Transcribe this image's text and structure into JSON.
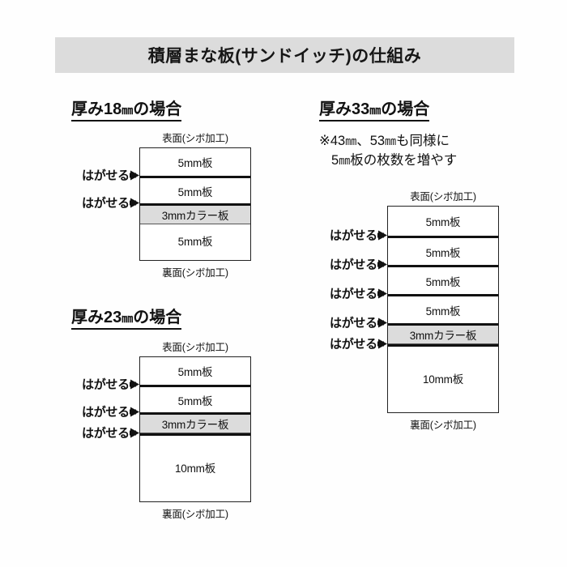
{
  "title": "積層まな板(サンドイッチ)の仕組み",
  "labels": {
    "front_face": "表面(シボ加工)",
    "back_face": "裏面(シボ加工)",
    "peelable": "はがせる"
  },
  "colors": {
    "banner_bg": "#dcdcdc",
    "color_board_fill": "#dcdcdc",
    "line": "#111111",
    "page_bg": "#fefefe"
  },
  "note": {
    "line1": "※43㎜、53㎜も同様に",
    "line2": "5㎜板の枚数を増やす"
  },
  "sections": [
    {
      "id": "thickness-18",
      "heading": "厚み18㎜の場合",
      "top_label": "表面(シボ加工)",
      "bottom_label": "裏面(シボ加工)",
      "layers": [
        {
          "label": "5mm板",
          "type": "plain",
          "peelable_below": true
        },
        {
          "label": "5mm板",
          "type": "plain",
          "peelable_below": true
        },
        {
          "label": "3mmカラー板",
          "type": "color",
          "peelable_below": false
        },
        {
          "label": "5mm板",
          "type": "plain",
          "peelable_below": false
        }
      ]
    },
    {
      "id": "thickness-23",
      "heading": "厚み23㎜の場合",
      "top_label": "表面(シボ加工)",
      "bottom_label": "裏面(シボ加工)",
      "layers": [
        {
          "label": "5mm板",
          "type": "plain",
          "peelable_below": true
        },
        {
          "label": "5mm板",
          "type": "plain",
          "peelable_below": true
        },
        {
          "label": "3mmカラー板",
          "type": "color",
          "peelable_below": true
        },
        {
          "label": "10mm板",
          "type": "plain",
          "peelable_below": false
        }
      ]
    },
    {
      "id": "thickness-33",
      "heading": "厚み33㎜の場合",
      "top_label": "表面(シボ加工)",
      "bottom_label": "裏面(シボ加工)",
      "layers": [
        {
          "label": "5mm板",
          "type": "plain",
          "peelable_below": true
        },
        {
          "label": "5mm板",
          "type": "plain",
          "peelable_below": true
        },
        {
          "label": "5mm板",
          "type": "plain",
          "peelable_below": true
        },
        {
          "label": "5mm板",
          "type": "plain",
          "peelable_below": true
        },
        {
          "label": "3mmカラー板",
          "type": "color",
          "peelable_below": true
        },
        {
          "label": "10mm板",
          "type": "plain",
          "peelable_below": false
        }
      ]
    }
  ]
}
